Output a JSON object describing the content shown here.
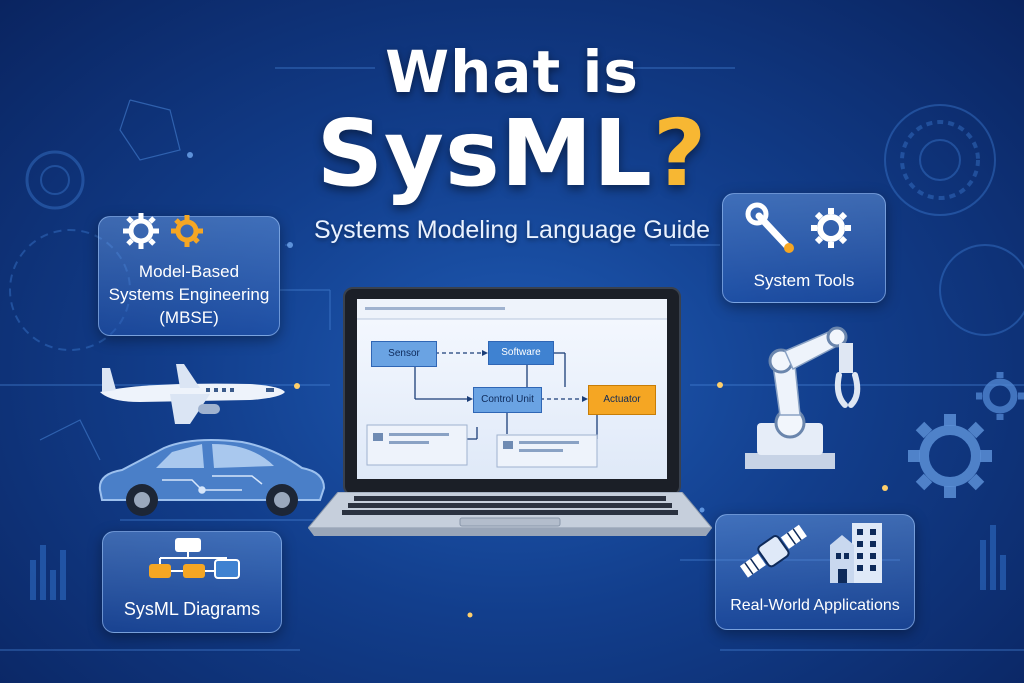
{
  "title": {
    "line1": "What is",
    "line2_main": "SysML",
    "line2_accent": "?"
  },
  "subtitle": "Systems Modeling Language Guide",
  "cards": {
    "mbse": {
      "label_lines": [
        "Model-Based",
        "Systems Engineering",
        "(MBSE)"
      ]
    },
    "tools": {
      "label": "System Tools"
    },
    "diagrams": {
      "label": "SysML Diagrams"
    },
    "applications": {
      "label": "Real-World Applications"
    }
  },
  "screen_diagram": {
    "blocks": [
      "Sensor",
      "Software",
      "Control Unit",
      "Actuator"
    ]
  },
  "colors": {
    "accent": "#f7b733",
    "background": "#123e8c",
    "actuator": "#f5a623",
    "block": "#3f82d1"
  },
  "icons": [
    "gears-icon",
    "wrench-gear-icon",
    "airplane-icon",
    "car-icon",
    "robot-arm-icon",
    "satellite-icon",
    "building-icon",
    "laptop-icon"
  ]
}
